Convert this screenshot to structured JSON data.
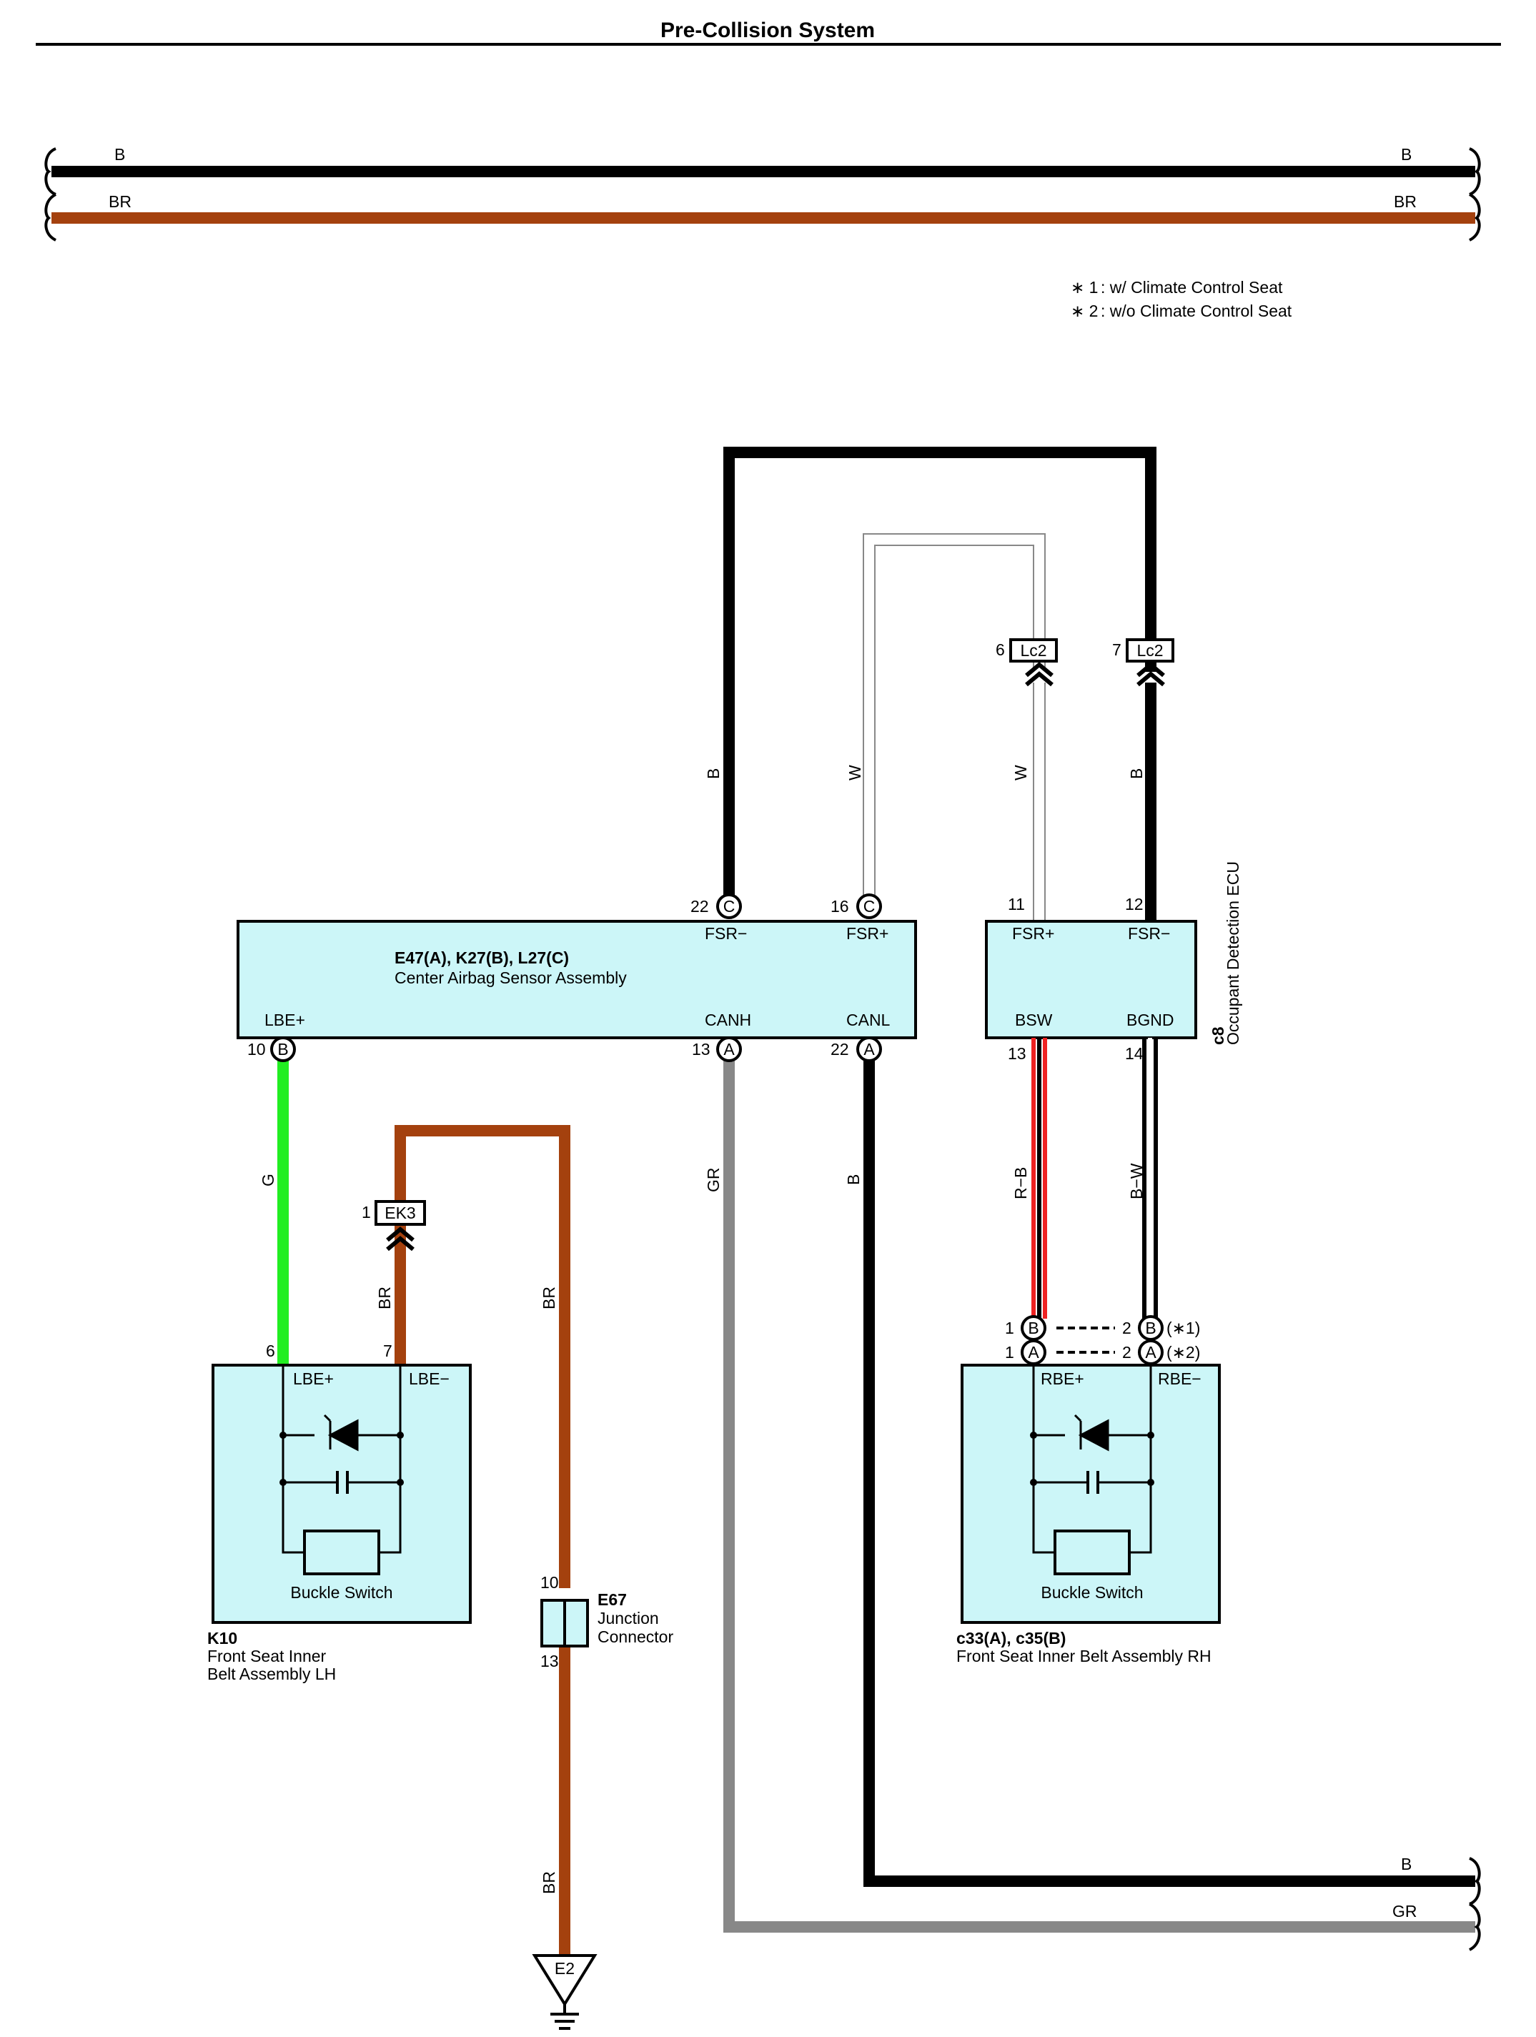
{
  "title": "Pre-Collision System",
  "top_bus": {
    "wire1": "B",
    "wire2": "BR"
  },
  "notes": [
    {
      "mark": "∗ 1",
      "text": ": w/ Climate Control Seat"
    },
    {
      "mark": "∗ 2",
      "text": ": w/o Climate Control Seat"
    }
  ],
  "center_airbag": {
    "id": "E47(A), K27(B), L27(C)",
    "name": "Center Airbag Sensor Assembly",
    "pins": {
      "fsr_minus": {
        "num": "22",
        "conn": "C",
        "label": "FSR−"
      },
      "fsr_plus": {
        "num": "16",
        "conn": "C",
        "label": "FSR+"
      },
      "lbe_plus": {
        "num": "10",
        "conn": "B",
        "label": "LBE+"
      },
      "canh": {
        "num": "13",
        "conn": "A",
        "label": "CANH"
      },
      "canl": {
        "num": "22",
        "conn": "A",
        "label": "CANL"
      }
    }
  },
  "occupant_ecu": {
    "id": "c8",
    "name": "Occupant Detection ECU",
    "pins": {
      "fsr_plus": {
        "num": "11",
        "label": "FSR+"
      },
      "fsr_minus": {
        "num": "12",
        "label": "FSR−"
      },
      "bsw": {
        "num": "13",
        "label": "BSW"
      },
      "bgnd": {
        "num": "14",
        "label": "BGND"
      }
    }
  },
  "junction_lc2": {
    "id": "Lc2",
    "pin_w": "6",
    "pin_b": "7"
  },
  "junction_ek3": {
    "id": "EK3",
    "pin": "1"
  },
  "wires": {
    "b_fsr_minus": "B",
    "w_fsr_plus": "W",
    "w_lc2": "W",
    "b_lc2": "B",
    "g_lbe": "G",
    "br_ek3": "BR",
    "br_loop": "BR",
    "gr_canh": "GR",
    "b_canl": "B",
    "rb_bsw": "R−B",
    "bw_bgnd": "B−W",
    "br_ground": "BR"
  },
  "left_belt": {
    "id": "K10",
    "name_line1": "Front Seat Inner",
    "name_line2": "Belt Assembly LH",
    "pin6": "6",
    "pin7": "7",
    "lbe_plus": "LBE+",
    "lbe_minus": "LBE−",
    "switch": "Buckle Switch"
  },
  "right_belt": {
    "id": "c33(A), c35(B)",
    "name": "Front Seat Inner Belt Assembly RH",
    "rbe_plus": "RBE+",
    "rbe_minus": "RBE−",
    "switch": "Buckle Switch",
    "row1": {
      "left_num": "1",
      "left_conn": "B",
      "right_num": "2",
      "right_conn": "B",
      "note": "(∗1)"
    },
    "row2": {
      "left_num": "1",
      "left_conn": "A",
      "right_num": "2",
      "right_conn": "A",
      "note": "(∗2)"
    }
  },
  "junction_e67": {
    "id": "E67",
    "line1": "Junction",
    "line2": "Connector",
    "pin_top": "10",
    "pin_bottom": "13"
  },
  "ground": {
    "label": "E2"
  },
  "bottom_bus": {
    "wire1": "B",
    "wire2": "GR"
  },
  "colors": {
    "black": "#000000",
    "brown": "#a4410e",
    "green": "#22ee22",
    "gray": "#888888",
    "red": "#ee2222",
    "white_wire": "#888888",
    "ecu_fill": "#ccf6f8"
  }
}
